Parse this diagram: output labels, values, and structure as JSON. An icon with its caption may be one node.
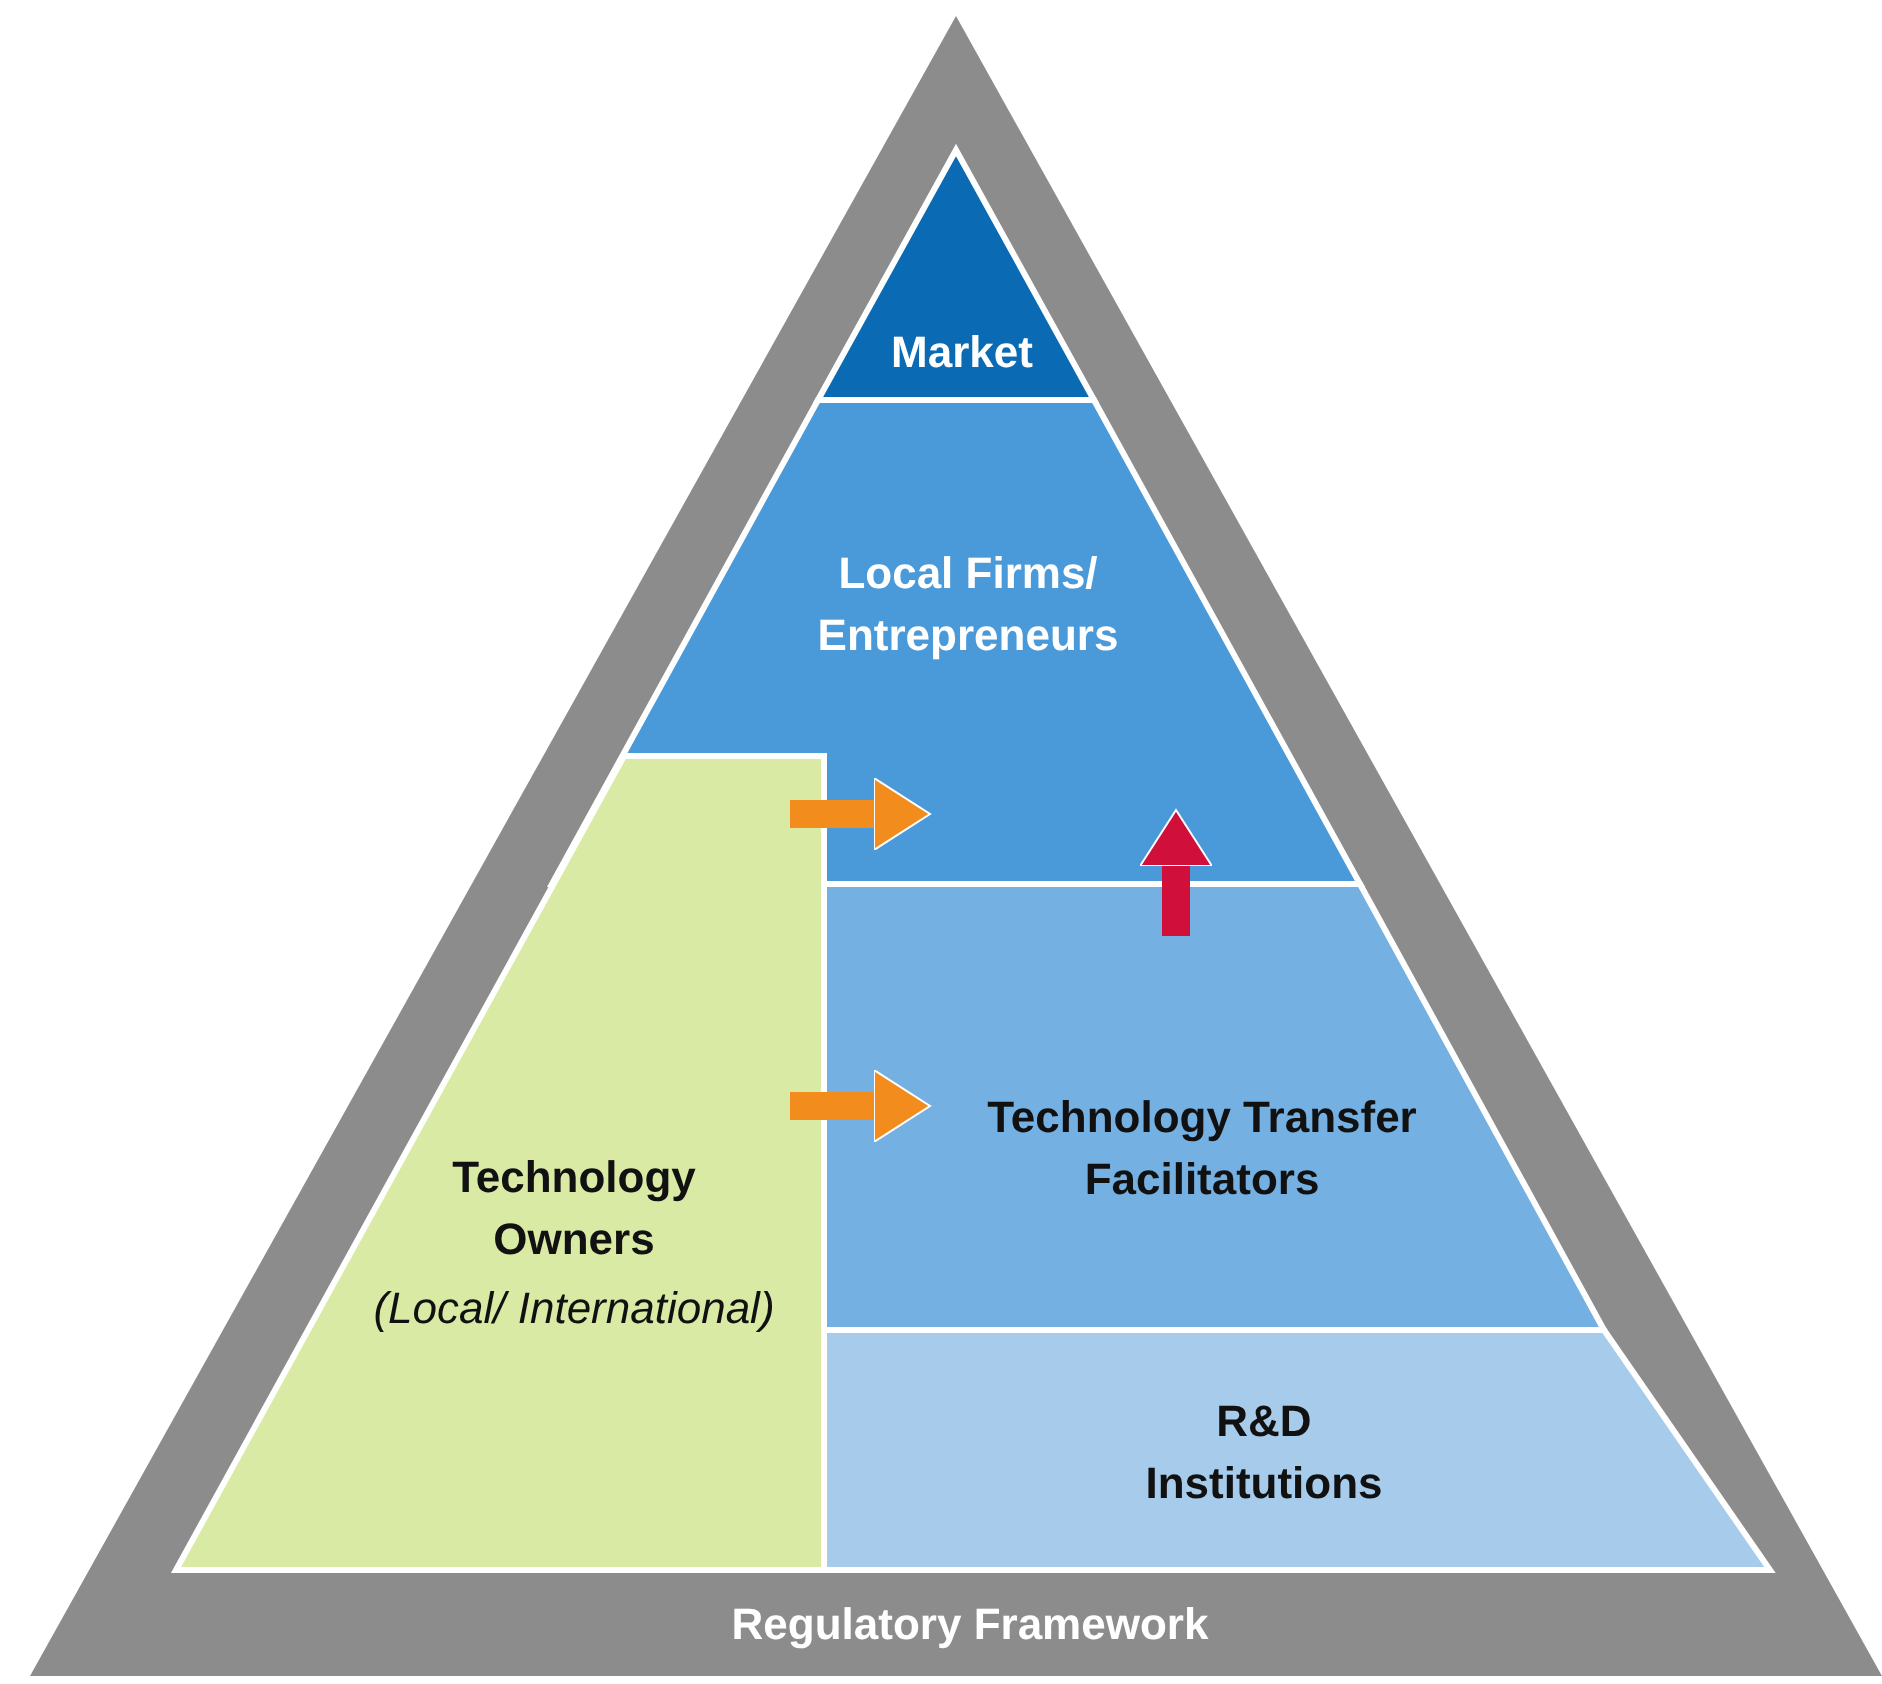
{
  "diagram": {
    "nodes": [
      {
        "text": [
          "Regulatory Framework"
        ]
      },
      {
        "text": [
          "Market"
        ],
        "in": 0
      },
      {
        "text": [
          "Local Firms/ Entrepreneurs"
        ],
        "in": 0
      },
      {
        "text": [
          "Technology Transfer Facilitators"
        ],
        "in": 0
      },
      {
        "text": [
          "R&D Institutions"
        ],
        "in": 0
      },
      {
        "text": [
          "Technology Owners",
          "(Local/ International)"
        ],
        "in": 0
      }
    ],
    "edges": [
      {
        "from": 5,
        "to": 2,
        "arrow": "to"
      },
      {
        "from": 5,
        "to": 3,
        "arrow": "to"
      },
      {
        "from": 3,
        "to": 2,
        "arrow": "to",
        "color": "#d0103a"
      }
    ]
  }
}
